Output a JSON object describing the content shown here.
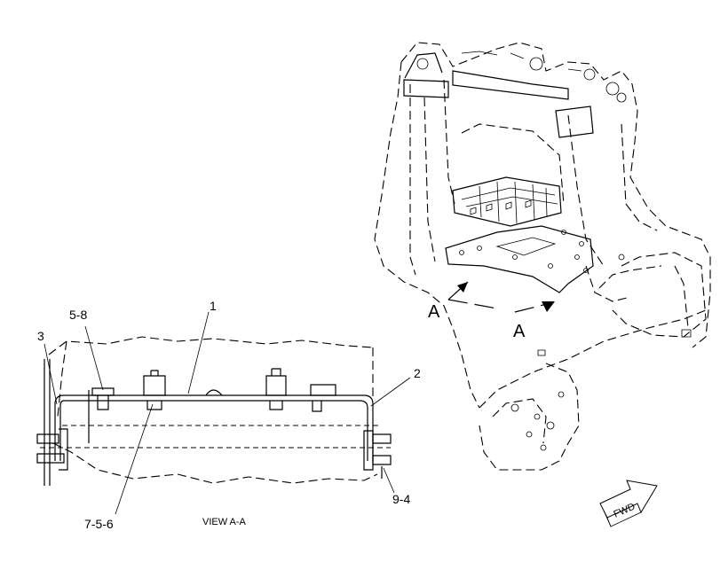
{
  "callouts": {
    "c1": "1",
    "c2": "2",
    "c3": "3",
    "c58": "5-8",
    "c756": "7-5-6",
    "c94": "9-4"
  },
  "section_marker": "A",
  "view_label": "VIEW A-A",
  "direction_arrow_label": "FWD"
}
